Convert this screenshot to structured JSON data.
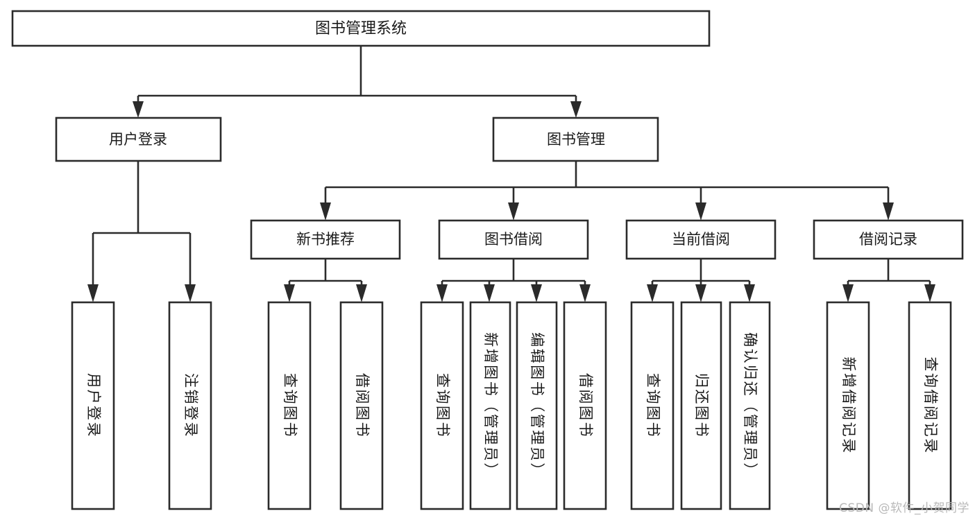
{
  "diagram": {
    "title": "图书管理系统",
    "type": "tree",
    "watermark": "CSDN @软件_小贺同学",
    "colors": {
      "box_stroke": "#2b2b2b",
      "box_fill": "#ffffff",
      "text": "#1a1a1a",
      "background": "#ffffff",
      "watermark": "#b9b9b9"
    },
    "levels": {
      "root": {
        "label": "图书管理系统"
      },
      "level2": [
        {
          "label": "用户登录"
        },
        {
          "label": "图书管理"
        }
      ],
      "level3": [
        {
          "label": "新书推荐"
        },
        {
          "label": "图书借阅"
        },
        {
          "label": "当前借阅"
        },
        {
          "label": "借阅记录"
        }
      ],
      "leaves": {
        "user_login": [
          {
            "label": "用户登录"
          },
          {
            "label": "注销登录"
          }
        ],
        "new_book_recommend": [
          {
            "label": "查询图书"
          },
          {
            "label": "借阅图书"
          }
        ],
        "book_borrow": [
          {
            "label": "查询图书"
          },
          {
            "label": "新增图书（管理员）"
          },
          {
            "label": "编辑图书（管理员）"
          },
          {
            "label": "借阅图书"
          }
        ],
        "current_borrow": [
          {
            "label": "查询图书"
          },
          {
            "label": "归还图书"
          },
          {
            "label": "确认归还（管理员）"
          }
        ],
        "borrow_record": [
          {
            "label": "新增借阅记录"
          },
          {
            "label": "查询借阅记录"
          }
        ]
      }
    }
  }
}
